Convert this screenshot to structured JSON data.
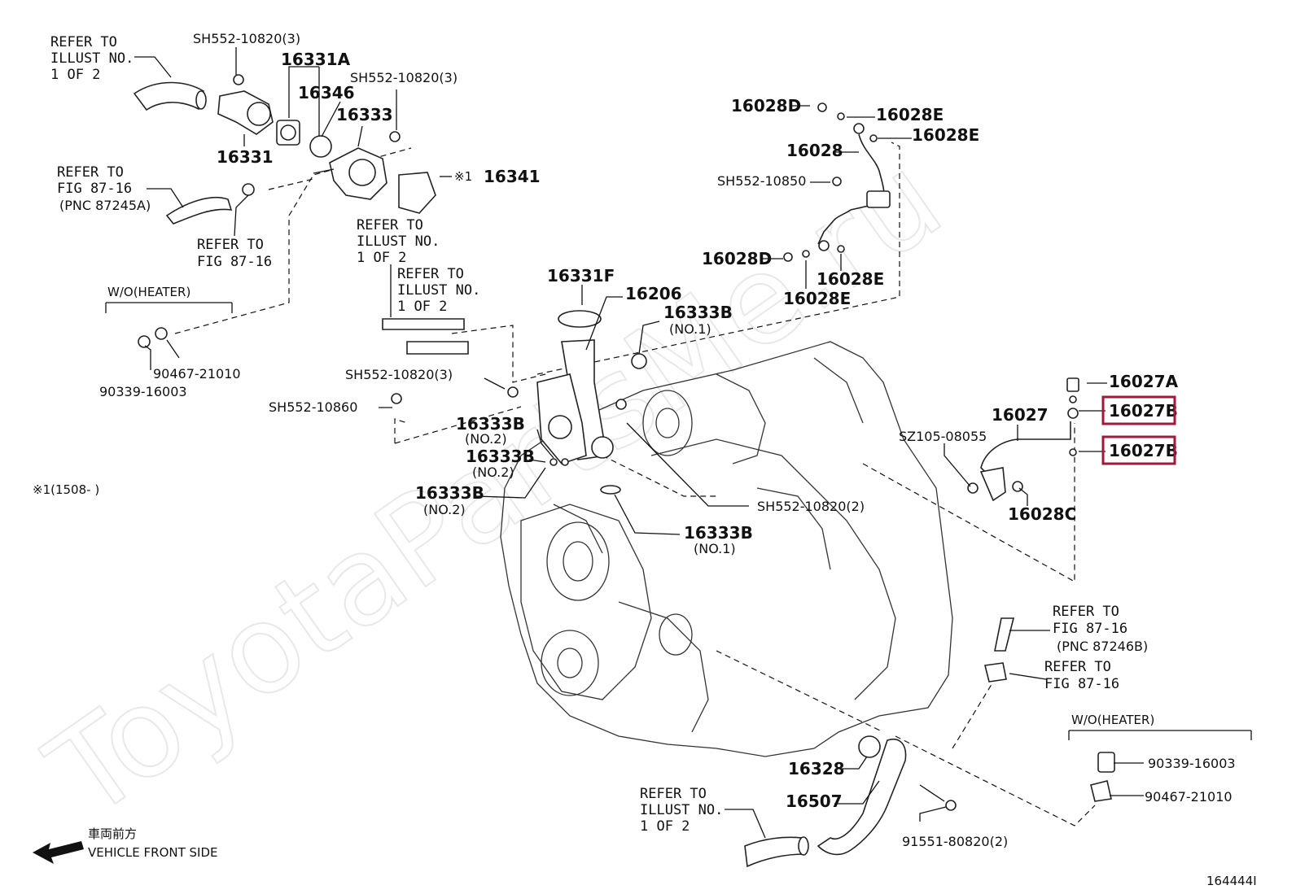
{
  "watermark": "ToyotaPartsMe.ru",
  "labels": {
    "refer_illust_1": [
      "REFER TO",
      "ILLUST NO.",
      "1 OF 2"
    ],
    "refer_illust_2": [
      "REFER TO",
      "ILLUST NO.",
      "1 OF 2"
    ],
    "refer_illust_3": [
      "REFER TO",
      "ILLUST NO.",
      "1 OF 2"
    ],
    "refer_illust_4": [
      "REFER TO",
      "ILLUST NO.",
      "1 OF 2"
    ],
    "refer_fig_a": [
      "REFER TO",
      "FIG 87-16",
      "(PNC 87245A)"
    ],
    "refer_fig_b": [
      "REFER TO",
      "FIG 87-16"
    ],
    "refer_fig_c": [
      "REFER TO",
      "FIG 87-16",
      "(PNC 87246B)"
    ],
    "refer_fig_d": [
      "REFER TO",
      "FIG 87-16"
    ],
    "wo_heater_1": "W/O(HEATER)",
    "wo_heater_2": "W/O(HEATER)",
    "note_1": "※1(1508-      )",
    "front_jp": "車両前方",
    "front_en": "VEHICLE FRONT SIDE",
    "figure_no": "164444I"
  },
  "parts": {
    "sh552_10820_3_a": "SH552-10820(3)",
    "p16331A": "16331A",
    "p16346": "16346",
    "sh552_10820_3_b": "SH552-10820(3)",
    "p16333": "16333",
    "p16331": "16331",
    "p16341_mark": "※1",
    "p16341": "16341",
    "p16028D_a": "16028D",
    "p16028E_a": "16028E",
    "p16028E_b": "16028E",
    "p16028": "16028",
    "sh552_10850": "SH552-10850",
    "p16028D_b": "16028D",
    "p16028E_c": "16028E",
    "p16028E_d": "16028E",
    "p16331F": "16331F",
    "p16206": "16206",
    "p16333B_no1_a": "16333B",
    "no1_a": "(NO.1)",
    "sh552_10820_3_c": "SH552-10820(3)",
    "sh552_10860": "SH552-10860",
    "p16333B_no2_a": "16333B",
    "no2_a": "(NO.2)",
    "p16333B_no2_b": "16333B",
    "no2_b": "(NO.2)",
    "p16333B_no2_c": "16333B",
    "no2_c": "(NO.2)",
    "sh552_10820_2": "SH552-10820(2)",
    "p16333B_no1_b": "16333B",
    "no1_b": "(NO.1)",
    "p90467_21010_a": "90467-21010",
    "p90339_16003_a": "90339-16003",
    "p16027A": "16027A",
    "p16027B_a": "16027B",
    "p16027": "16027",
    "sz105_08055": "SZ105-08055",
    "p16027B_b": "16027B",
    "p16028C": "16028C",
    "p90339_16003_b": "90339-16003",
    "p90467_21010_b": "90467-21010",
    "p16328": "16328",
    "p16507": "16507",
    "p91551_80820_2": "91551-80820(2)"
  },
  "highlight_color": "#a0183a"
}
